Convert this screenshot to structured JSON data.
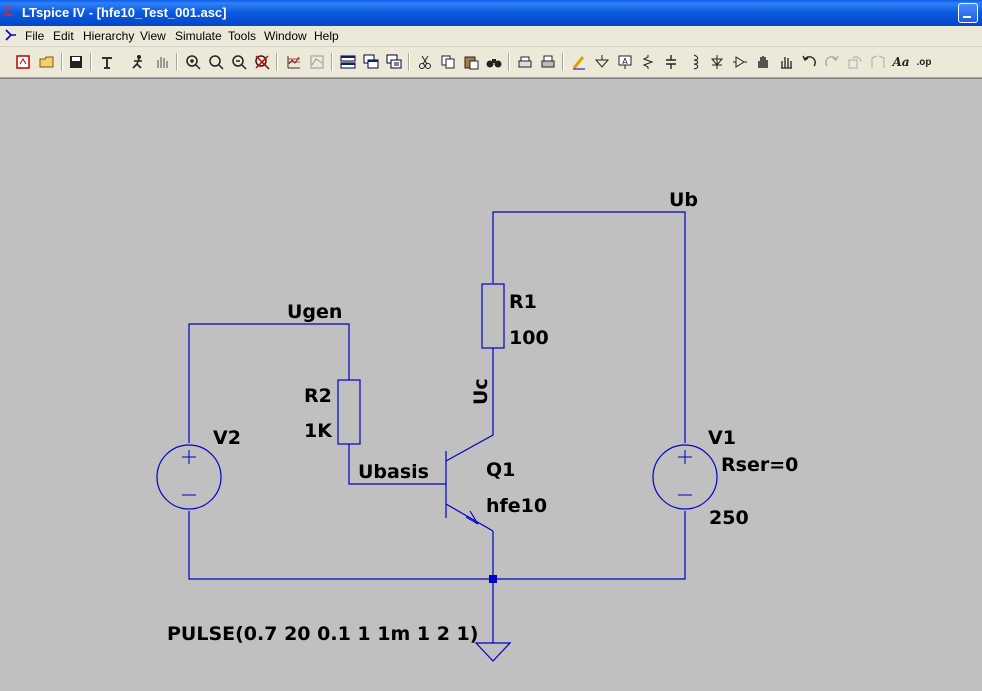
{
  "window": {
    "title": "LTspice IV - [hfe10_Test_001.asc]",
    "accent": "#0a5ee8"
  },
  "menu": [
    "File",
    "Edit",
    "Hierarchy",
    "View",
    "Simulate",
    "Tools",
    "Window",
    "Help"
  ],
  "toolbar": {
    "icons": [
      "new-schematic-icon",
      "open-icon",
      "save-icon",
      "control-panel-icon",
      "run-icon",
      "halt-icon",
      "zoom-in-icon",
      "zoom-pan-icon",
      "zoom-out-icon",
      "zoom-cancel-icon",
      "autorange-icon",
      "plot-icon",
      "tile-horizontal-icon",
      "cascade-icon",
      "tile-icon",
      "cut-icon",
      "copy-icon",
      "paste-icon",
      "find-icon",
      "print-preview-icon",
      "print-icon",
      "wire-icon",
      "ground-icon",
      "label-net-icon",
      "resistor-icon",
      "capacitor-icon",
      "inductor-icon",
      "diode-icon",
      "component-icon",
      "move-icon",
      "drag-icon",
      "undo-icon",
      "redo-icon",
      "rotate-icon",
      "mirror-icon",
      "text-icon",
      "spice-directive-icon"
    ],
    "text_label": "Aa",
    "op_label": ".op"
  },
  "schematic": {
    "wire_color": "#0000c8",
    "text_color": "#000000",
    "labels": {
      "ub": "Ub",
      "ugen": "Ugen",
      "uc": "Uc",
      "ubasis": "Ubasis"
    },
    "components": {
      "r1": {
        "name": "R1",
        "value": "100"
      },
      "r2": {
        "name": "R2",
        "value": "1K"
      },
      "v1": {
        "name": "V1",
        "param": "Rser=0",
        "value": "250"
      },
      "v2": {
        "name": "V2",
        "value": "PULSE(0.7 20 0.1 1 1m 1 2 1)"
      },
      "q1": {
        "name": "Q1",
        "value": "hfe10"
      }
    }
  }
}
